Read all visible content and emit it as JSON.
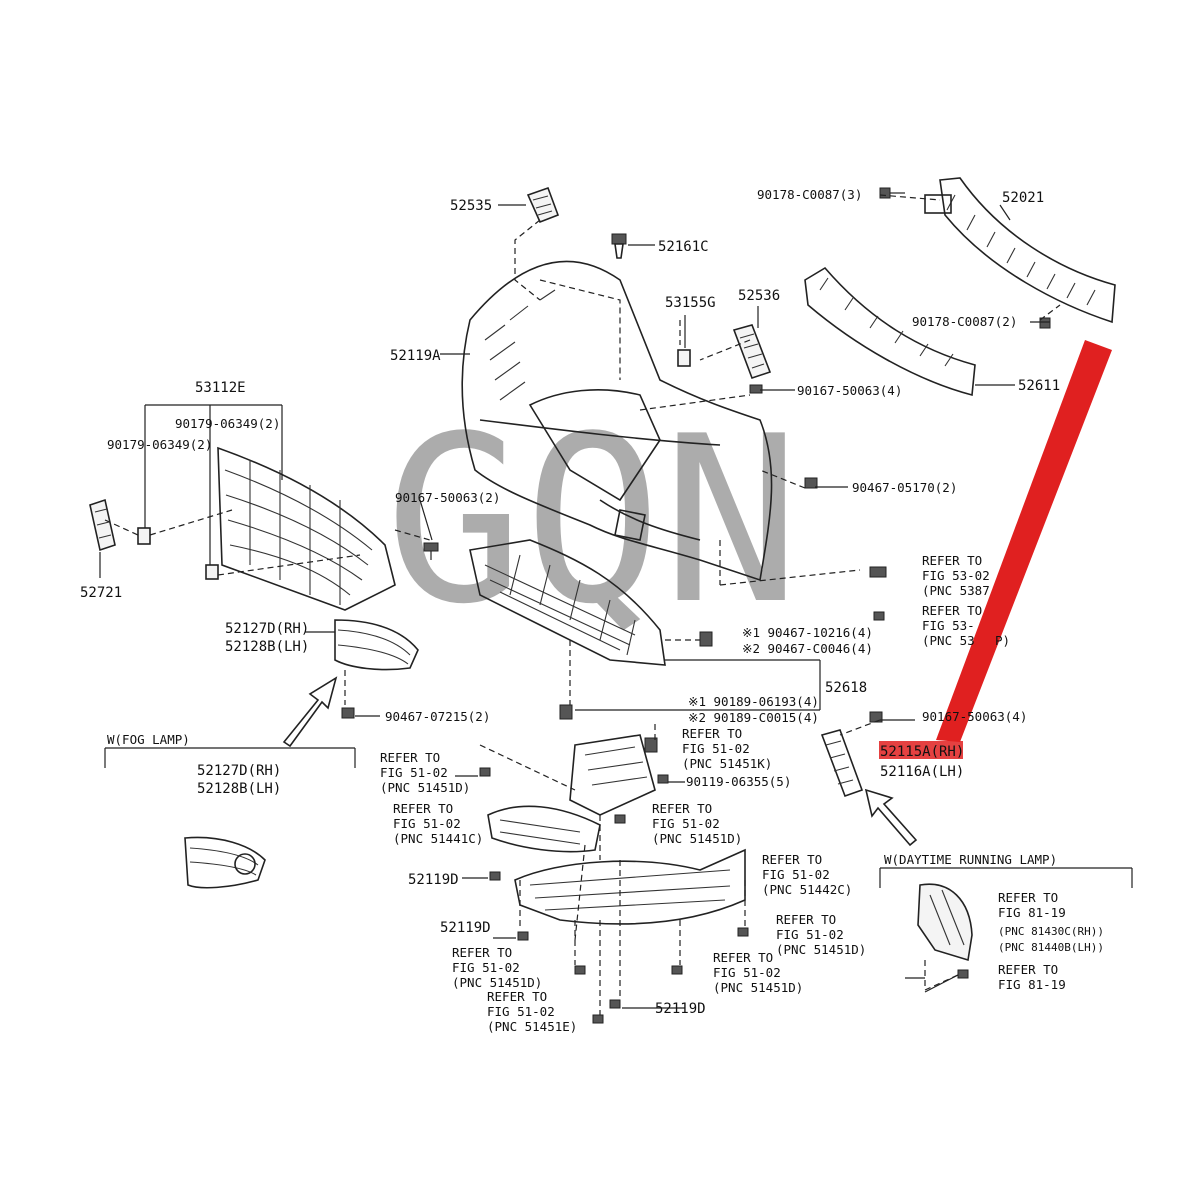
{
  "watermark": "GQN",
  "labels": {
    "p52535": "52535",
    "p52161c": "52161C",
    "p53155g": "53155G",
    "p52536": "52536",
    "p52119a": "52119A",
    "p52021": "52021",
    "p52611": "52611",
    "p53112e": "53112E",
    "p90179a": "90179-06349(2)",
    "p90179b": "90179-06349(2)",
    "p52721": "52721",
    "p90167a": "90167-50063(2)",
    "p90167b": "90167-50063(4)",
    "p90467a": "90467-05170(2)",
    "p90178a": "90178-C0087(3)",
    "p90178b": "90178-C0087(2)",
    "p52127d": "52127D(RH)",
    "p52128b": "52128B(LH)",
    "p90467b": "90467-07215(2)",
    "fog_title": "W(FOG LAMP)",
    "p52127d_2": "52127D(RH)",
    "p52128b_2": "52128B(LH)",
    "p52618": "52618",
    "x1a": "※1 90467-10216(4)",
    "x2a": "※2 90467-C0046(4)",
    "x1b": "※1 90189-06193(4)",
    "x2b": "※2 90189-C0015(4)",
    "p90167c": "90167-50063(4)",
    "p52115a": "52115A(RH)",
    "p52116a": "52116A(LH)",
    "p90119": "90119-06355(5)",
    "p52119d_1": "52119D",
    "p52119d_2": "52119D",
    "p52119d_3": "52119D",
    "drl_title": "W(DAYTIME RUNNING LAMP)"
  },
  "refs": {
    "r1": [
      "REFER TO",
      "FIG 53-02",
      "(PNC 5387"
    ],
    "r2": [
      "REFER TO",
      "FIG 53-",
      "(PNC 53",
      "P)"
    ],
    "r3": [
      "REFER TO",
      "FIG 51-02",
      "(PNC 51451K)"
    ],
    "r4": [
      "REFER TO",
      "FIG 51-02",
      "(PNC 51451D)"
    ],
    "r5": [
      "REFER TO",
      "FIG 51-02",
      "(PNC 51441C)"
    ],
    "r6": [
      "REFER TO",
      "FIG 51-02",
      "(PNC 51451D)"
    ],
    "r7": [
      "REFER TO",
      "FIG 51-02",
      "(PNC 51442C)"
    ],
    "r8": [
      "REFER TO",
      "FIG 51-02",
      "(PNC 51451D)"
    ],
    "r9": [
      "REFER TO",
      "FIG 51-02",
      "(PNC 51451D)"
    ],
    "r10": [
      "REFER TO",
      "FIG 51-02",
      "(PNC 51451D)"
    ],
    "r11": [
      "REFER TO",
      "FIG 51-02",
      "(PNC 51451E)"
    ],
    "r12": [
      "REFER TO",
      "FIG 81-19",
      "(PNC 81430C(RH))",
      "(PNC 81440B(LH))"
    ],
    "r13": [
      "REFER TO",
      "FIG 81-19"
    ]
  },
  "colors": {
    "highlight": "#e02020",
    "arrow": "#e02020",
    "ink": "#222222",
    "watermark": "#9a9a9a"
  }
}
